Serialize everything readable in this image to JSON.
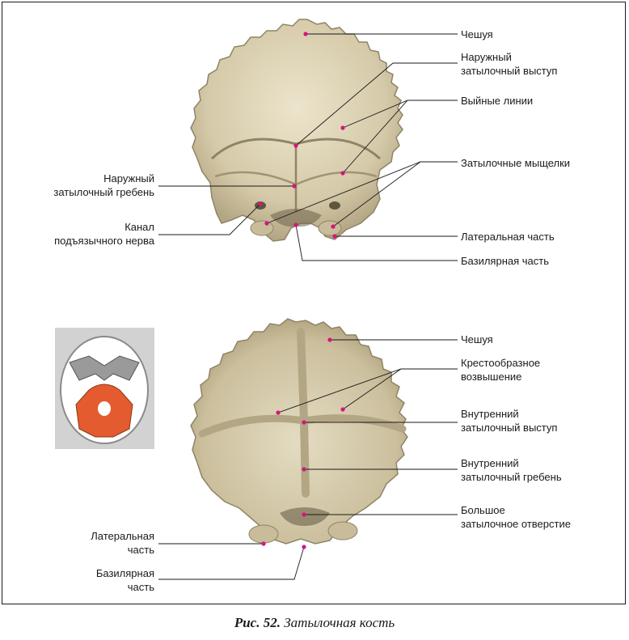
{
  "colors": {
    "bone": "#d9cfb4",
    "bone_shadow": "#b9ad8c",
    "bone_dark": "#8f8466",
    "marker": "#d4157f",
    "highlight": "#e35b2e",
    "inset_bg": "#d2d2d2",
    "line": "#1a1a1a"
  },
  "top_view": {
    "labels": {
      "scale": "Чешуя",
      "ext_protuberance": [
        "Наружный",
        "затылочный выступ"
      ],
      "nuchal_lines": "Выйные линии",
      "condyles": "Затылочные мыщелки",
      "lateral_part": "Латеральная часть",
      "basilar_part": "Базилярная часть",
      "ext_crest": [
        "Наружный",
        "затылочный гребень"
      ],
      "hypoglossal_canal": [
        "Канал",
        "подъязычного нерва"
      ]
    }
  },
  "bottom_view": {
    "labels": {
      "scale": "Чешуя",
      "cruciform": [
        "Крестообразное",
        "возвышение"
      ],
      "int_protuberance": [
        "Внутренний",
        "затылочный выступ"
      ],
      "int_crest": [
        "Внутренний",
        "затылочный гребень"
      ],
      "foramen_magnum": [
        "Большое",
        "затылочное отверстие"
      ],
      "lateral_part": [
        "Латеральная",
        "часть"
      ],
      "basilar_part": [
        "Базилярная",
        "часть"
      ]
    }
  },
  "caption": {
    "number": "Рис. 52.",
    "title": "Затылочная кость"
  }
}
